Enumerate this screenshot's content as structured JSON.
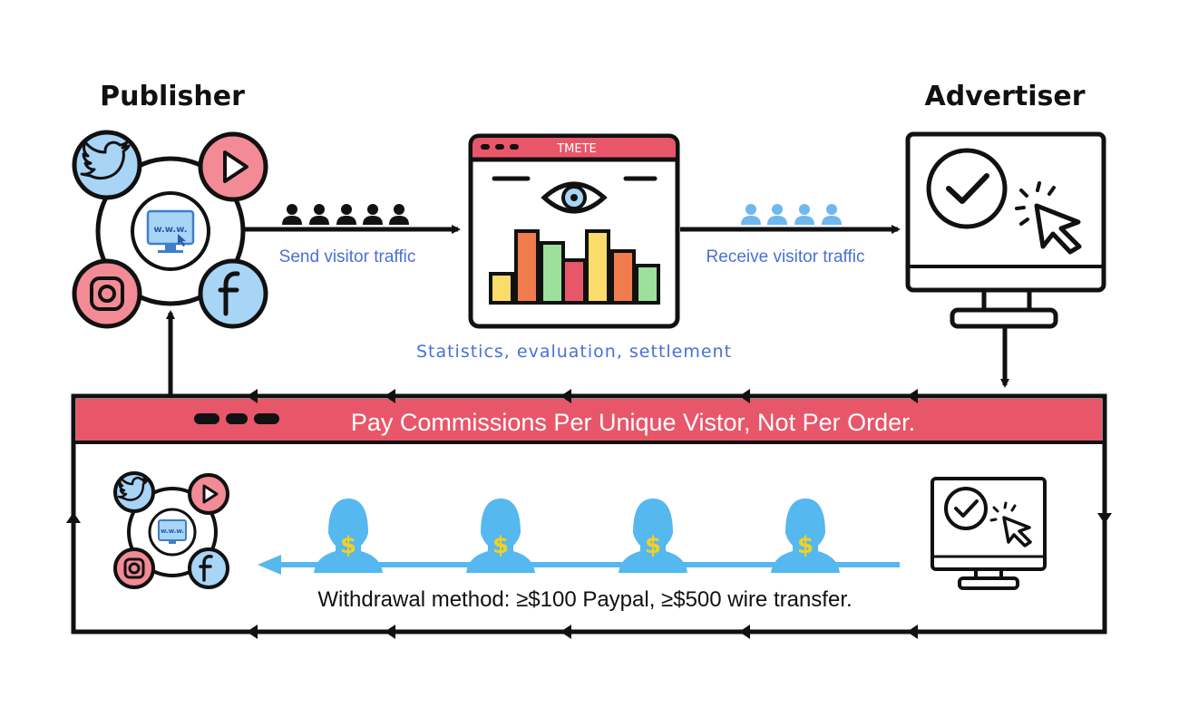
{
  "publisher": {
    "title": "Publisher",
    "center_icon_text": "w.w.w.",
    "social_icons": [
      "twitter-icon",
      "youtube-icon",
      "instagram-icon",
      "facebook-icon"
    ]
  },
  "advertiser": {
    "title": "Advertiser"
  },
  "platform": {
    "window_title": "TMETE",
    "caption": "Statistics, evaluation, settlement"
  },
  "flow": {
    "send_label": "Send visitor traffic",
    "receive_label": "Receive visitor traffic"
  },
  "commission_panel": {
    "banner": "Pay Commissions Per Unique Vistor, Not Per Order.",
    "withdrawal": "Withdrawal method: ≥$100 Paypal, ≥$500 wire transfer.",
    "payout_symbol": "$",
    "payout_people_count": 4
  },
  "colors": {
    "accent_red": "#e8566a",
    "label_blue": "#4a6fd8",
    "sky_blue": "#55b8ef",
    "light_blue": "#a8d4f5",
    "pink": "#f28b96",
    "dark": "#111111",
    "bar_yellow": "#f9dc6a",
    "bar_orange": "#f07b4c",
    "bar_green": "#9ddf9b",
    "bar_red": "#e8566a",
    "gold": "#f5d020"
  }
}
